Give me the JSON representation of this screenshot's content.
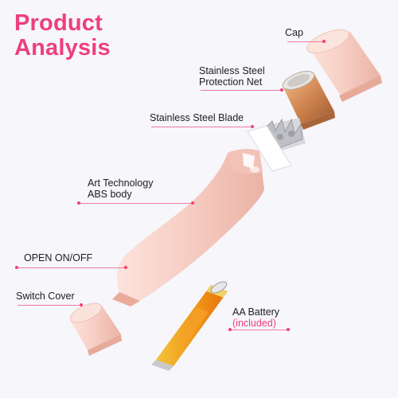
{
  "title": {
    "line1": "Product",
    "line2": "Analysis"
  },
  "labels": {
    "cap": "Cap",
    "net_line1": "Stainless Steel",
    "net_line2": "Protection Net",
    "blade": "Stainless Steel Blade",
    "body_line1": "Art Technology",
    "body_line2": "ABS body",
    "open": "OPEN ON/OFF",
    "switch_cover": "Switch Cover",
    "battery_line1": "AA Battery",
    "battery_line2": "(included)"
  },
  "colors": {
    "accent": "#ee3f7a",
    "body_pink": "#f7cfc6",
    "gold": "#d9965a",
    "battery_orange": "#f07a12",
    "battery_gold": "#f0b52a"
  }
}
